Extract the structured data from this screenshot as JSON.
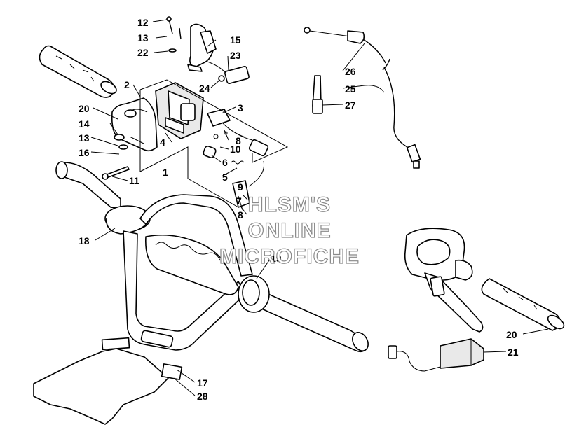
{
  "callouts": {
    "c12": "12",
    "c13a": "13",
    "c22": "22",
    "c15": "15",
    "c23": "23",
    "c24": "24",
    "c2": "2",
    "c20a": "20",
    "c14": "14",
    "c13b": "13",
    "c16": "16",
    "c11": "11",
    "c3": "3",
    "c4": "4",
    "c1": "1",
    "c8a": "8",
    "c10": "10",
    "c6": "6",
    "c5": "5",
    "c9": "9",
    "c7": "7",
    "c8b": "8",
    "c18": "18",
    "c19": "19",
    "c26": "26",
    "c25": "25",
    "c27": "27",
    "c20b": "20",
    "c21": "21",
    "c17": "17",
    "c28": "28"
  },
  "watermark": {
    "line1": "HLSM'S",
    "line2": "ONLINE",
    "line3": "MICROFICHE"
  }
}
